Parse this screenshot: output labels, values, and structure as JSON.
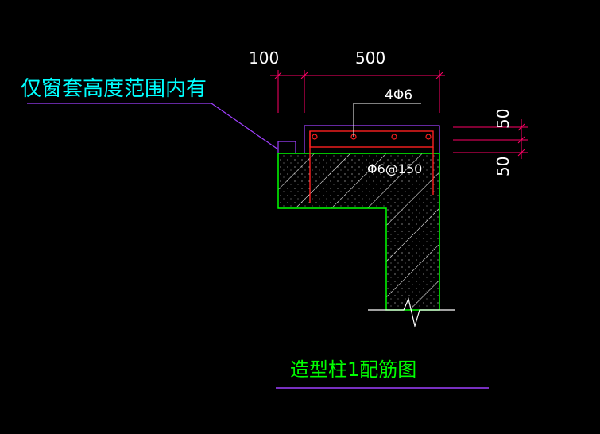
{
  "drawing": {
    "note_text": "仅窗套高度范围内有",
    "title_text": "造型柱1配筋图",
    "dims": {
      "top_left": "100",
      "top_right": "500",
      "right_upper": "50",
      "right_lower": "50"
    },
    "rebar": {
      "longitudinal_label": "4Φ6",
      "stirrup_label": "Φ6@150"
    }
  },
  "colors": {
    "background": "#000000",
    "note": "#00ffff",
    "title": "#00ff00",
    "dimension_text": "#ffffff",
    "dimension_lines": "#ff0066",
    "concrete_outline": "#00ff00",
    "hatch": "#ffffff",
    "outline": "#ffffff",
    "sleeve_outline": "#a040ff",
    "rebar": "#ff2020",
    "leader": "#ffffff",
    "note_leader": "#a040ff"
  }
}
